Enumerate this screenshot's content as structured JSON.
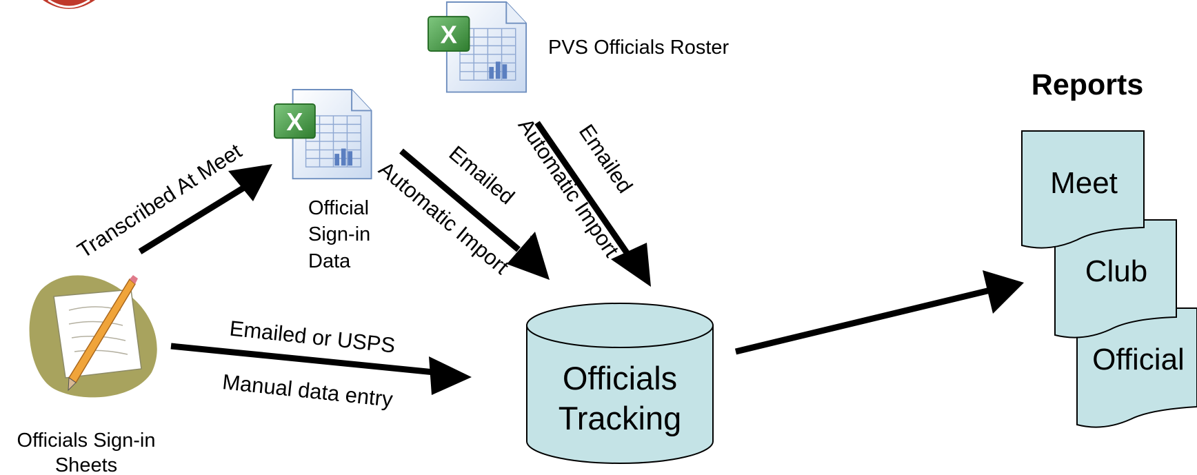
{
  "roster_label": "PVS Officials Roster",
  "signin_data_label": [
    "Official",
    "Sign-in",
    "Data"
  ],
  "signin_sheets_label": [
    "Officials Sign-in",
    "Sheets"
  ],
  "database_label": [
    "Officials",
    "Tracking"
  ],
  "reports": {
    "title": "Reports",
    "items": [
      "Meet",
      "Club",
      "Official"
    ]
  },
  "arrows": {
    "transcribed": "Transcribed At Meet",
    "emailed": "Emailed",
    "automatic_import": "Automatic Import",
    "emailed_or_usps": "Emailed  or  USPS",
    "manual_entry": "Manual data entry"
  },
  "icons": {
    "spreadsheet": "excel-spreadsheet-icon",
    "signin_sheet": "paper-and-pencil-icon",
    "database": "database-cylinder",
    "documents": "report-document-stack"
  },
  "colors": {
    "shape_fill": "#c4e3e6",
    "arrow": "#000000",
    "excel_green": "#3d8f3d",
    "sheet_blob": "#a8a35e",
    "pencil": "#f0a43a"
  }
}
